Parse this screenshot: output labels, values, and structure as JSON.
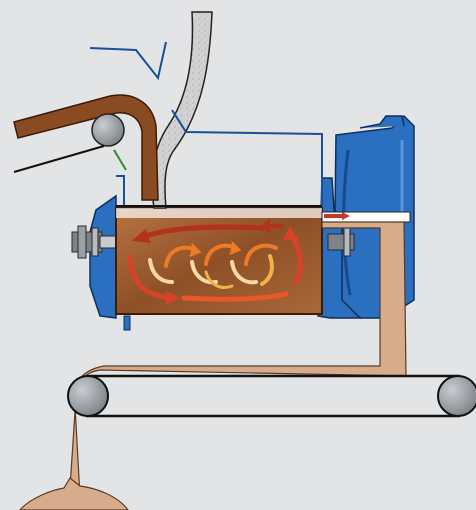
{
  "diagram": {
    "colors": {
      "background": "#e3e4e6",
      "machine_blue": "#2a6fc0",
      "machine_blue_dark": "#174a8a",
      "belt_brown": "#8a4a22",
      "mix_tan": "#d6ac8c",
      "chamber_brown": "#9a5a2c",
      "powder_gray": "#cfcfcf",
      "roller_gray": "#9aa0a6",
      "arrow_red": "#d8422a",
      "arrow_orange": "#ef7a2a",
      "arrow_cream": "#f7d9a8",
      "line_black": "#111111",
      "line_blue": "#1a4f9a",
      "line_green": "#2e8b3a"
    },
    "components": [
      "powder-feed-chute",
      "dosing-conveyor-belt",
      "mixing-chamber",
      "drive-motor",
      "discharge-conveyor-belt",
      "product-pile"
    ]
  }
}
